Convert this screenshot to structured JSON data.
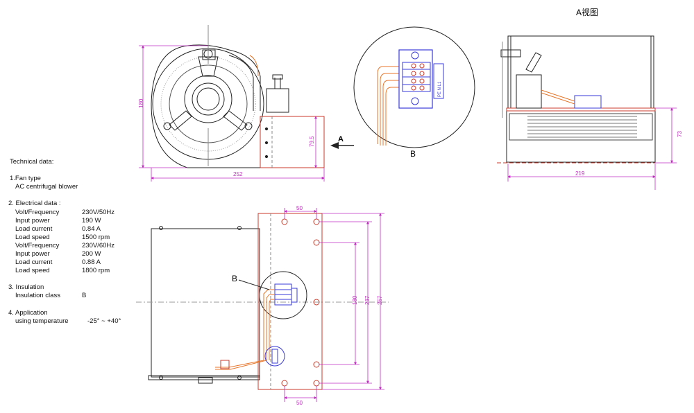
{
  "colors": {
    "dimension": "#c02cc0",
    "wiring": "#e8762a",
    "terminal": "#3a3ad8",
    "outline": "#222222",
    "housing_red": "#c83a2a"
  },
  "title_view": "A视图",
  "arrow_label": "A",
  "detail_label": "B",
  "callout_label": "B",
  "dims": {
    "d180": "180",
    "d795": "79.5",
    "d252": "252",
    "d73": "73",
    "d219": "219",
    "d50_top": "50",
    "d50_bottom": "50",
    "d180_side": "180",
    "d237": "237",
    "d257": "257"
  },
  "terminal_text": "PE N L1",
  "technical": {
    "heading": "Technical data:",
    "fan_type_title": "1.Fan type",
    "fan_type_value": "AC centrifugal blower",
    "electrical_title": "2. Electrical data :",
    "rows": [
      {
        "label": "Volt/Frequency",
        "value": "230V/50Hz"
      },
      {
        "label": "Input power",
        "value": "190 W"
      },
      {
        "label": "Load current",
        "value": "0.84 A"
      },
      {
        "label": "Load speed",
        "value": "1500 rpm"
      },
      {
        "label": "Volt/Frequency",
        "value": "230V/60Hz"
      },
      {
        "label": "Input power",
        "value": "200 W"
      },
      {
        "label": "Load current",
        "value": "0.88 A"
      },
      {
        "label": "Load speed",
        "value": "1800 rpm"
      }
    ],
    "insulation_title": "3. Insulation",
    "insulation_label": "Insulation class",
    "insulation_value": "B",
    "application_title": "4. Application",
    "application_label": "using temperature",
    "application_value": "-25° ~ +40°"
  }
}
